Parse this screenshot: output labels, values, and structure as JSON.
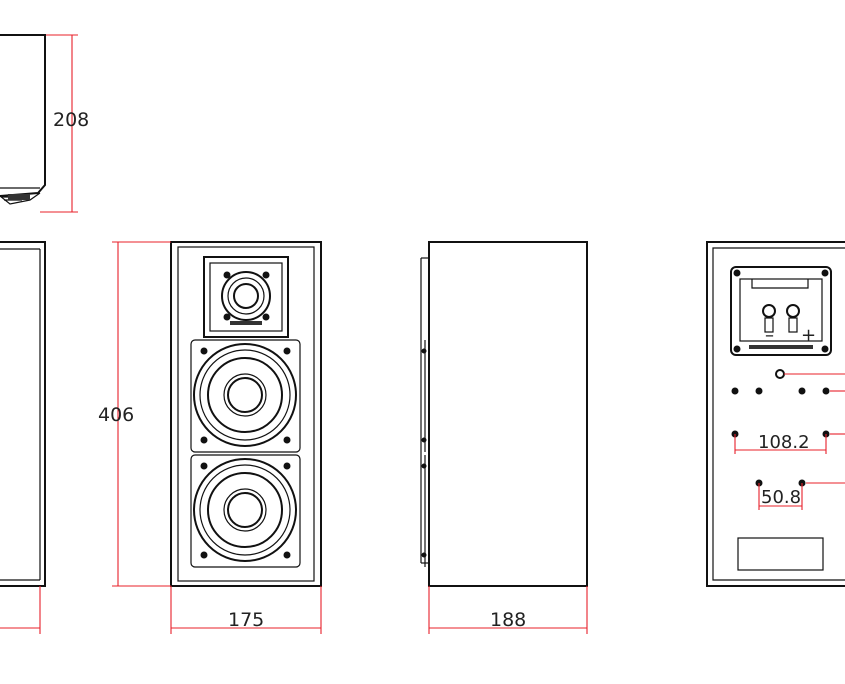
{
  "dimensions": {
    "top_depth": "208",
    "height": "406",
    "front_width": "175",
    "side_depth": "188",
    "back_hole_spacing_wide": "108.2",
    "back_hole_spacing_narrow": "50.8"
  },
  "colors": {
    "outline": "#111111",
    "dimension_line": "#e8202a"
  }
}
